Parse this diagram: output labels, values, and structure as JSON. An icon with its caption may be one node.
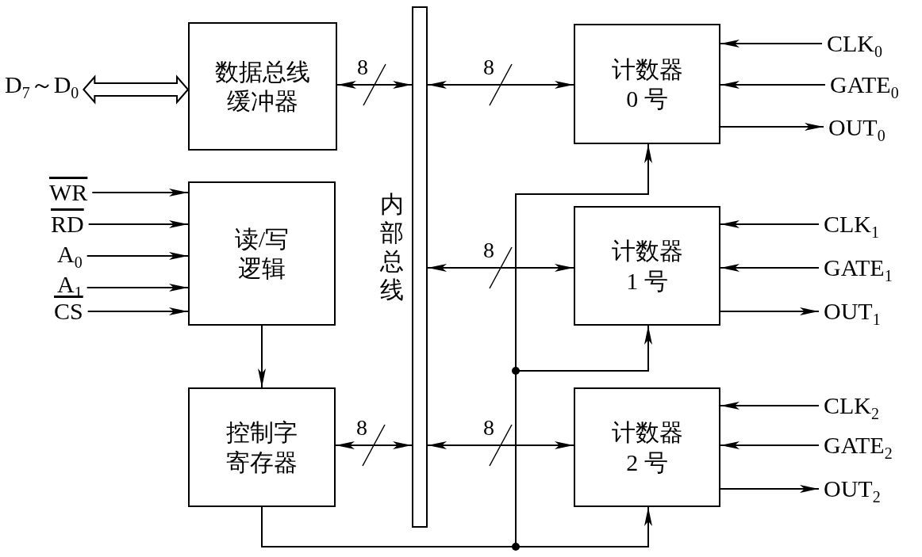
{
  "diagram": {
    "nodes": [
      {
        "text": [
          "数据总线缓冲器"
        ]
      },
      {
        "text": [
          "读/写逻辑"
        ]
      },
      {
        "text": [
          "控制字寄存器"
        ]
      },
      {
        "text": [
          "内部总线"
        ]
      },
      {
        "text": [
          "计数器0 号"
        ]
      },
      {
        "text": [
          "计数器1 号"
        ]
      },
      {
        "text": [
          "计数器2 号"
        ]
      },
      {
        "text": [
          "D$_{7}$～D$_{0}$"
        ]
      },
      {
        "text": [
          "WR"
        ]
      },
      {
        "text": [
          "RD"
        ]
      },
      {
        "text": [
          "A$_{0}$"
        ]
      },
      {
        "text": [
          "A$_{1}$"
        ]
      },
      {
        "text": [
          "CS"
        ]
      },
      {
        "text": [
          "CLK$_{0}$"
        ]
      },
      {
        "text": [
          "GATE$_{0}$"
        ]
      },
      {
        "text": [
          "OUT$_{0}$"
        ]
      },
      {
        "text": [
          "CLK$_{1}$"
        ]
      },
      {
        "text": [
          "GATE$_{1}$"
        ]
      },
      {
        "text": [
          "OUT$_{1}$"
        ]
      },
      {
        "text": [
          "CLK$_{2}$"
        ]
      },
      {
        "text": [
          "GATE$_{2}$"
        ]
      },
      {
        "text": [
          "OUT$_{2}$"
        ]
      }
    ],
    "edges": [
      {
        "from": 7,
        "to": 0,
        "arrow": "both",
        "style": "thick"
      },
      {
        "from": 0,
        "to": 3,
        "arrow": "both",
        "label": "8"
      },
      {
        "from": 3,
        "to": 4,
        "arrow": "both",
        "label": "8"
      },
      {
        "from": 3,
        "to": 5,
        "arrow": "both",
        "label": "8"
      },
      {
        "from": 2,
        "to": 3,
        "arrow": "both",
        "label": "8"
      },
      {
        "from": 3,
        "to": 6,
        "arrow": "both",
        "label": "8"
      },
      {
        "from": 8,
        "to": 1,
        "arrow": "to"
      },
      {
        "from": 9,
        "to": 1,
        "arrow": "to"
      },
      {
        "from": 10,
        "to": 1,
        "arrow": "to"
      },
      {
        "from": 11,
        "to": 1,
        "arrow": "to"
      },
      {
        "from": 12,
        "to": 1,
        "arrow": "to"
      },
      {
        "from": 1,
        "to": 2,
        "arrow": "to"
      },
      {
        "from": 2,
        "to": 6,
        "arrow": "to"
      },
      {
        "from": 2,
        "to": 5,
        "arrow": "to"
      },
      {
        "from": 2,
        "to": 4,
        "arrow": "to"
      },
      {
        "from": 13,
        "to": 4,
        "arrow": "to"
      },
      {
        "from": 14,
        "to": 4,
        "arrow": "to"
      },
      {
        "from": 4,
        "to": 15,
        "arrow": "to"
      },
      {
        "from": 16,
        "to": 5,
        "arrow": "to"
      },
      {
        "from": 17,
        "to": 5,
        "arrow": "to"
      },
      {
        "from": 5,
        "to": 18,
        "arrow": "to"
      },
      {
        "from": 19,
        "to": 6,
        "arrow": "to"
      },
      {
        "from": 20,
        "to": 6,
        "arrow": "to"
      },
      {
        "from": 6,
        "to": 21,
        "arrow": "to"
      }
    ]
  }
}
